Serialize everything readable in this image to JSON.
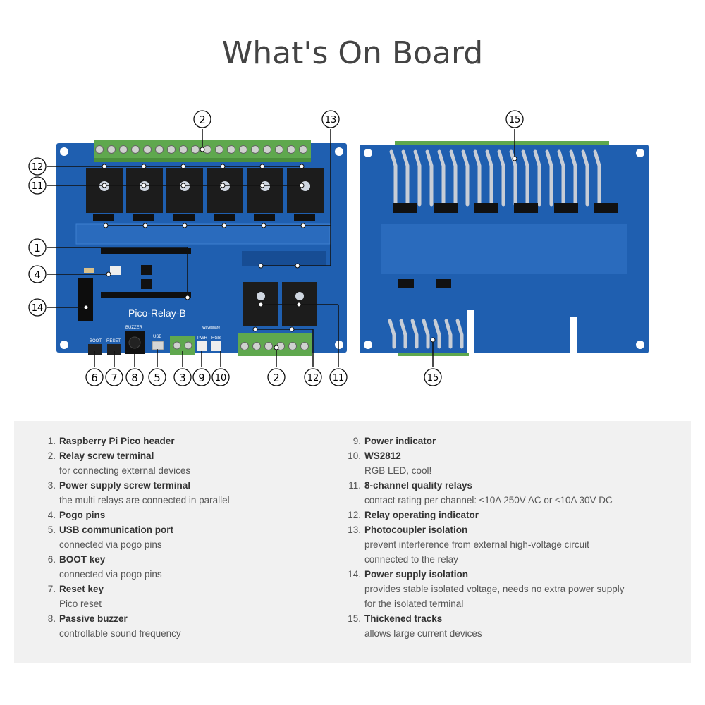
{
  "title": "What's On Board",
  "board": {
    "silkscreen": "Pico-Relay-B",
    "logo_text": "Waveshare",
    "labels": {
      "boot": "BOOT",
      "reset": "RESET",
      "buzzer": "BUZZER",
      "usb": "USB",
      "pwr": "PWR",
      "rgb": "RGB"
    }
  },
  "callouts": {
    "c1": "1",
    "c2a": "2",
    "c2b": "2",
    "c3": "3",
    "c4": "4",
    "c5": "5",
    "c6": "6",
    "c7": "7",
    "c8": "8",
    "c9": "9",
    "c10": "10",
    "c11a": "11",
    "c11b": "11",
    "c12a": "12",
    "c12b": "12",
    "c13": "13",
    "c14": "14",
    "c15a": "15",
    "c15b": "15"
  },
  "features": [
    {
      "num": "1.",
      "title": "Raspberry Pi Pico header",
      "desc": []
    },
    {
      "num": "2.",
      "title": "Relay screw terminal",
      "desc": [
        "for connecting external devices"
      ]
    },
    {
      "num": "3.",
      "title": "Power supply screw terminal",
      "desc": [
        "the multi relays are connected in parallel"
      ]
    },
    {
      "num": "4.",
      "title": "Pogo pins",
      "desc": []
    },
    {
      "num": "5.",
      "title": "USB communication port",
      "desc": [
        "connected via pogo pins"
      ]
    },
    {
      "num": "6.",
      "title": "BOOT key",
      "desc": [
        "connected via pogo pins"
      ]
    },
    {
      "num": "7.",
      "title": "Reset key",
      "desc": [
        "Pico reset"
      ]
    },
    {
      "num": "8.",
      "title": "Passive buzzer",
      "desc": [
        "controllable sound frequency"
      ]
    },
    {
      "num": "9.",
      "title": "Power indicator",
      "desc": []
    },
    {
      "num": "10.",
      "title": "WS2812",
      "desc": [
        "RGB LED, cool!"
      ]
    },
    {
      "num": "11.",
      "title": "8-channel quality relays",
      "desc": [
        "contact rating per channel: ≤10A 250V AC or ≤10A 30V DC"
      ]
    },
    {
      "num": "12.",
      "title": "Relay operating indicator",
      "desc": []
    },
    {
      "num": "13.",
      "title": "Photocoupler isolation",
      "desc": [
        "prevent interference from external high-voltage circuit",
        "connected to the relay"
      ]
    },
    {
      "num": "14.",
      "title": "Power supply isolation",
      "desc": [
        "provides stable isolated voltage, needs no extra power supply",
        "for the isolated terminal"
      ]
    },
    {
      "num": "15.",
      "title": "Thickened tracks",
      "desc": [
        "allows large current devices"
      ]
    }
  ],
  "colors": {
    "pcb": "#1f5fb0",
    "pcb_dark": "#174d94",
    "terminal": "#5fa84e",
    "relay": "#1c1c1c",
    "callout": "#111111"
  }
}
